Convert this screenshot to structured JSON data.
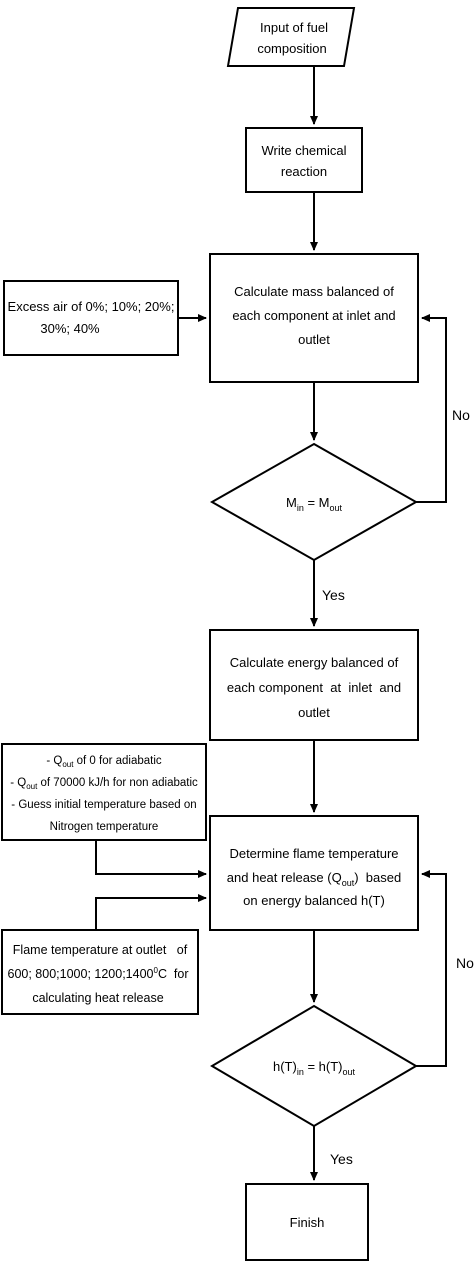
{
  "diagram": {
    "nodes": {
      "input": {
        "line1": "Input of fuel",
        "line2": "composition"
      },
      "write_reaction": {
        "line1": "Write chemical",
        "line2": "reaction"
      },
      "excess_air": {
        "line1": "Excess air of 0%; 10%; 20%;",
        "line2": "30%; 40%"
      },
      "mass_balance": {
        "line1": "Calculate mass balanced of",
        "line2": "each component at inlet and",
        "line3": "outlet"
      },
      "mass_check": {
        "left": "M",
        "left_sub": "in",
        "mid": " = M",
        "right_sub": "out"
      },
      "energy_balance": {
        "line1": "Calculate energy balanced of",
        "line2": "each component  at  inlet  and",
        "line3": "outlet"
      },
      "assumptions": {
        "line1_pre": "- Q",
        "line1_sub": "out",
        "line1_post": " of 0 for adiabatic",
        "line2_pre": "- Q",
        "line2_sub": "out",
        "line2_post": " of 70000 kJ/h for non adiabatic",
        "line3": "- Guess initial temperature based on",
        "line4": "Nitrogen temperature"
      },
      "flame_temp": {
        "line1": "Determine flame temperature",
        "line2_pre": "and heat release (Q",
        "line2_sub": "out",
        "line2_post": ")  based",
        "line3": "on energy balanced h(T)"
      },
      "outlet_temps": {
        "line1": "Flame temperature at outlet   of",
        "line2_pre": "600; 800;1000; 1200;1400",
        "line2_sup": "0",
        "line2_post": "C  for",
        "line3": "calculating heat release"
      },
      "energy_check": {
        "left": "h(T)",
        "left_sub": "in",
        "mid": " = h(T)",
        "right_sub": "out"
      },
      "finish": {
        "label": "Finish"
      }
    },
    "edges": {
      "yes_1": "Yes",
      "no_1": "No",
      "yes_2": "Yes",
      "no_2": "No"
    }
  }
}
